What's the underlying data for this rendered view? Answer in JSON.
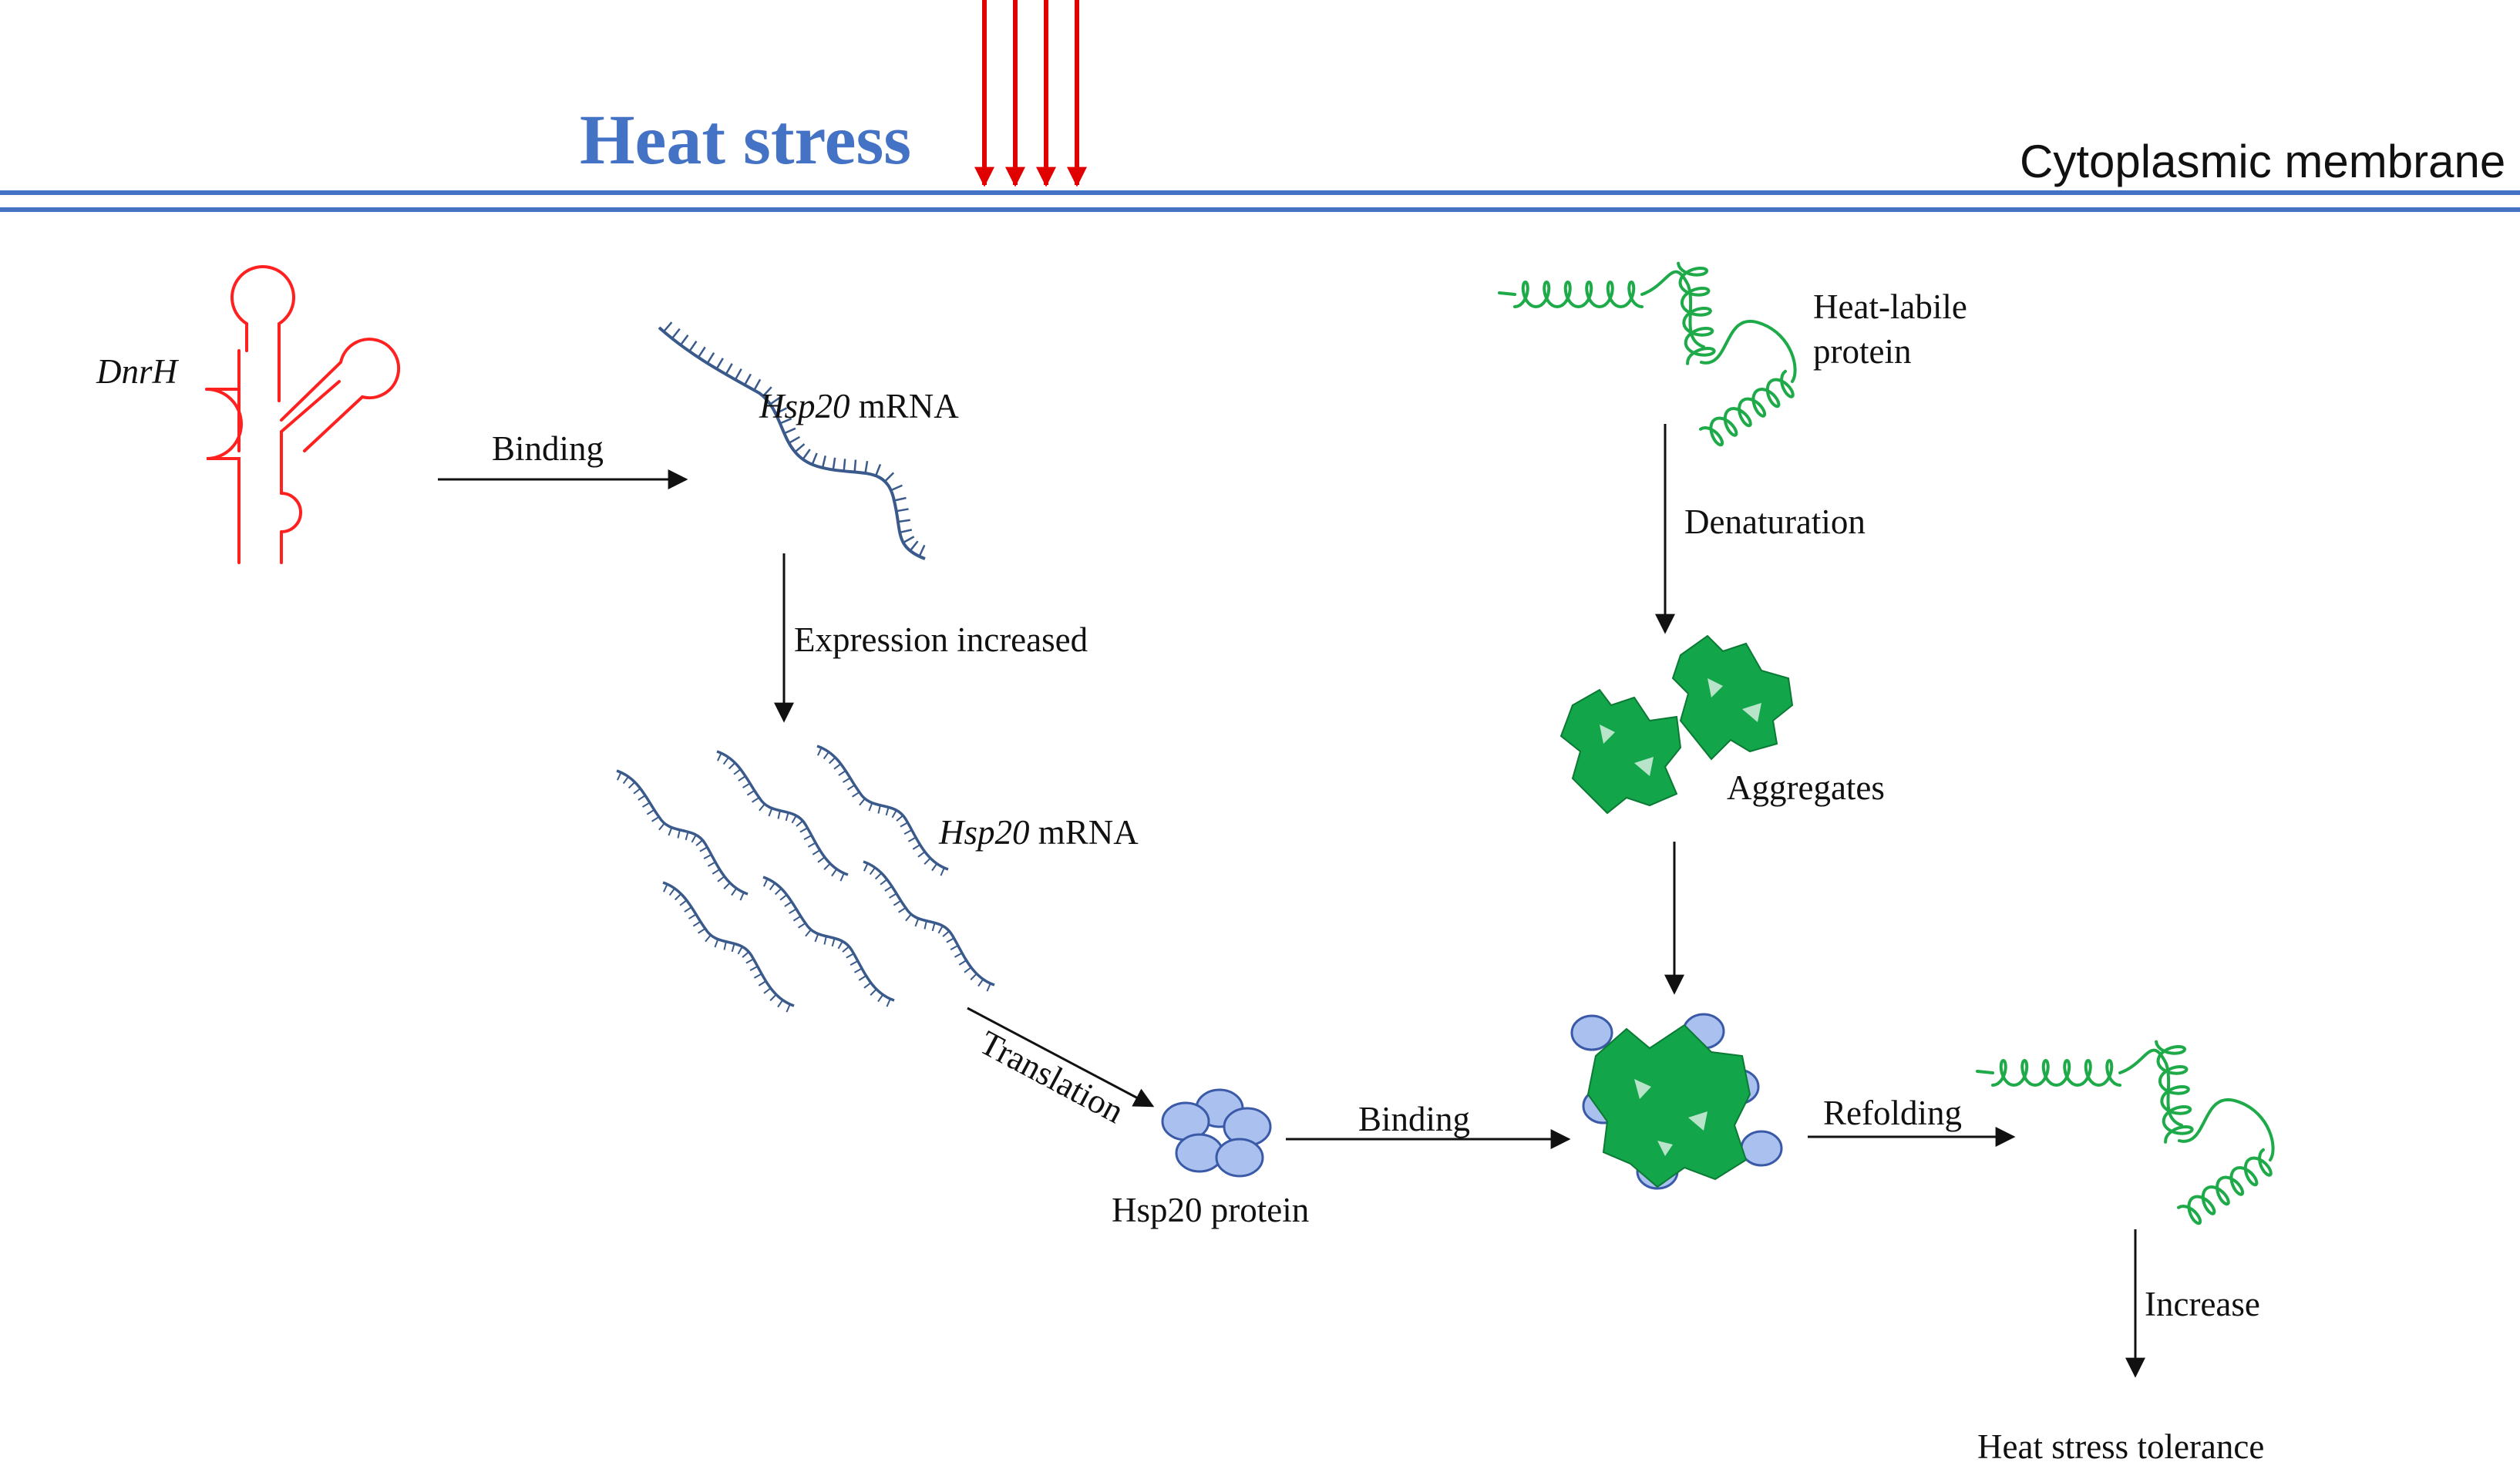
{
  "header": {
    "title": "Heat stress",
    "membrane_label": "Cytoplasmic membrane"
  },
  "labels": {
    "dnrh": "DnrH",
    "binding_1": "Binding",
    "hsp20_mrna_1_gene": "Hsp20",
    "hsp20_mrna_1_rest": " mRNA",
    "expression_increased": "Expression increased",
    "hsp20_mrna_2_gene": "Hsp20",
    "hsp20_mrna_2_rest": " mRNA",
    "translation": "Translation",
    "hsp20_protein": "Hsp20 protein",
    "binding_2": "Binding",
    "heat_labile_protein": "Heat-labile\nprotein",
    "heat_labile_line1": "Heat-labile",
    "heat_labile_line2": "protein",
    "denaturation": "Denaturation",
    "aggregates": "Aggregates",
    "refolding": "Refolding",
    "increase": "Increase",
    "heat_stress_tolerance": "Heat stress tolerance"
  },
  "colors": {
    "title": "#4472c4",
    "membrane": "#4472c4",
    "heat_arrows": "#e00000",
    "rna": "#ff2020",
    "mrna": "#3a5a8c",
    "protein_green": "#1faa4a",
    "aggregate_green": "#12a54a",
    "hsp20_fill": "#aac0ee",
    "hsp20_stroke": "#3a5aa8"
  },
  "icons": [
    "heat-arrows-icon",
    "dnrh-rna-icon",
    "mrna-strand-icon",
    "hsp20-protein-icon",
    "heat-labile-protein-icon",
    "aggregates-icon",
    "hsp20-aggregate-complex-icon",
    "refolded-protein-icon"
  ]
}
